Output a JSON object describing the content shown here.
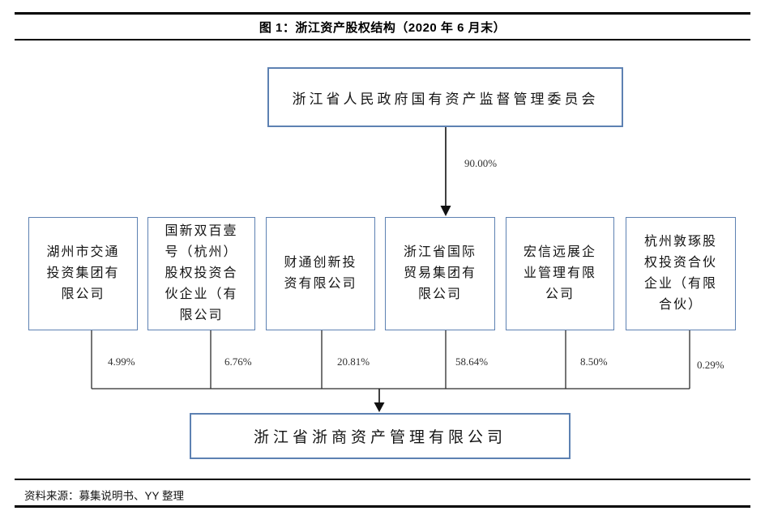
{
  "title": "图 1：浙江资产股权结构（2020 年 6 月末）",
  "chart": {
    "controller": "浙江省人民政府国有资产监督管理委员会",
    "controller_stake": "90.00%",
    "shareholders": [
      {
        "name": "湖州市交通投资集团有限公司",
        "stake": "4.99%"
      },
      {
        "name": "国新双百壹号（杭州）股权投资合伙企业（有限公司",
        "stake": "6.76%"
      },
      {
        "name": "财通创新投资有限公司",
        "stake": "20.81%"
      },
      {
        "name": "浙江省国际贸易集团有限公司",
        "stake": "58.64%"
      },
      {
        "name": "宏信远展企业管理有限公司",
        "stake": "8.50%"
      },
      {
        "name": "杭州敦琢股权投资合伙企业（有限合伙）",
        "stake": "0.29%"
      }
    ],
    "target": "浙江省浙商资产管理有限公司"
  },
  "footer": {
    "source_label": "资料来源：募集说明书、YY 整理"
  },
  "colors": {
    "box_border": "#5d81b2",
    "connector_line": "#2b2b2b",
    "rule": "#000000"
  }
}
